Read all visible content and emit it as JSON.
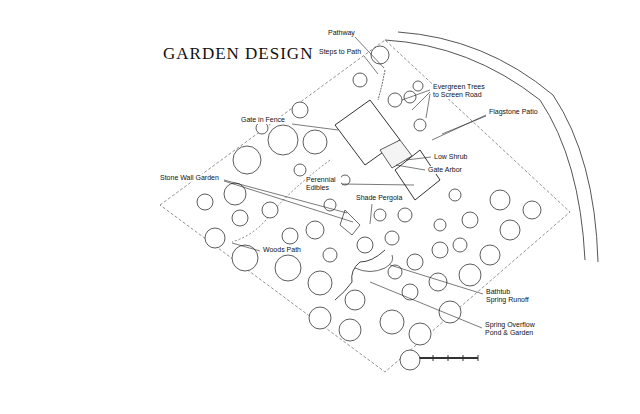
{
  "diagram": {
    "title": "GARDEN DESIGN",
    "labels": [
      "Pathway",
      "Steps to Path",
      "Evergreen Trees to Screen Road",
      "Flagstone Patio",
      "Gate in Fence",
      "Low Shrub",
      "Gate Arbor",
      "Stone Wall Garden",
      "Perennial Edibles",
      "Shade Pergola",
      "Woods Path",
      "Bathtub Spring Runoff",
      "Spring Overflow Pond & Garden"
    ]
  }
}
